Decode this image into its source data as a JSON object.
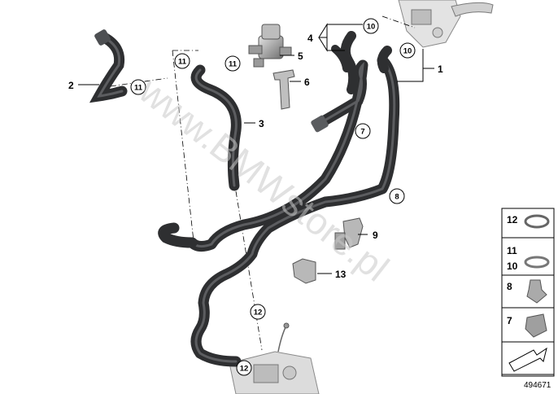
{
  "diagram": {
    "diagram_id": "494671",
    "watermark": "www.BMWstore.pl",
    "callouts": [
      "1",
      "2",
      "3",
      "4",
      "5",
      "6",
      "7",
      "8",
      "9",
      "10",
      "11",
      "12",
      "13"
    ],
    "circled_labels": {
      "c10a": "10",
      "c10b": "10",
      "c11a": "11",
      "c11b": "11",
      "c11c": "11",
      "c7": "7",
      "c8": "8",
      "c12a": "12",
      "c12b": "12"
    },
    "legend": [
      {
        "label": "12"
      },
      {
        "label": "11",
        "label2": "10"
      },
      {
        "label": "8"
      },
      {
        "label": "7"
      }
    ]
  }
}
